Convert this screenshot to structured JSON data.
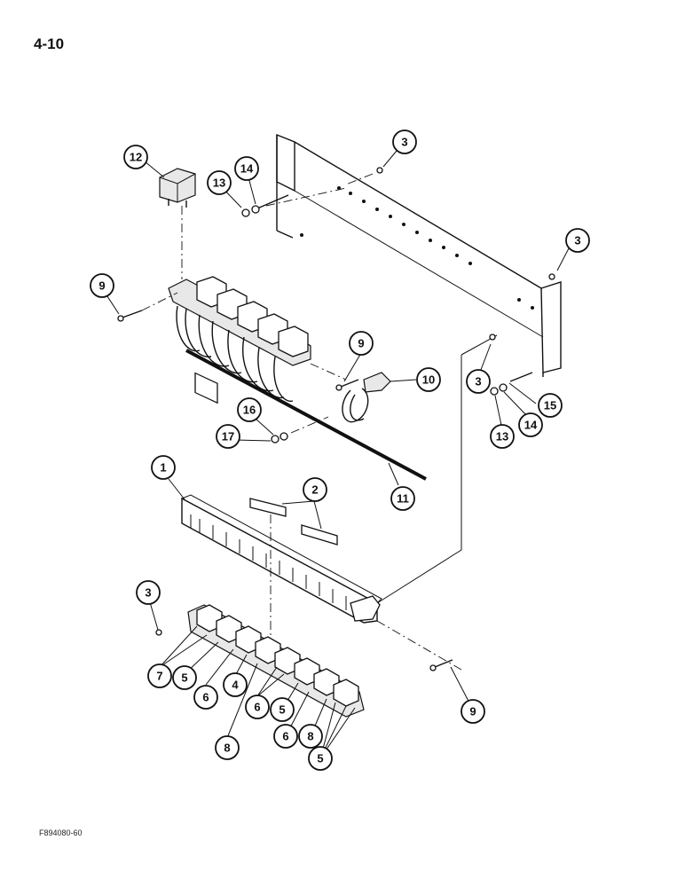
{
  "page": {
    "number": "4-10",
    "figure_code": "F894080-60"
  },
  "callouts": [
    {
      "id": "c12",
      "label": "12"
    },
    {
      "id": "c13a",
      "label": "13"
    },
    {
      "id": "c14a",
      "label": "14"
    },
    {
      "id": "c3a",
      "label": "3"
    },
    {
      "id": "c3b",
      "label": "3"
    },
    {
      "id": "c9a",
      "label": "9"
    },
    {
      "id": "c9b",
      "label": "9"
    },
    {
      "id": "c10",
      "label": "10"
    },
    {
      "id": "c3c",
      "label": "3"
    },
    {
      "id": "c15",
      "label": "15"
    },
    {
      "id": "c14b",
      "label": "14"
    },
    {
      "id": "c13b",
      "label": "13"
    },
    {
      "id": "c16",
      "label": "16"
    },
    {
      "id": "c17",
      "label": "17"
    },
    {
      "id": "c11",
      "label": "11"
    },
    {
      "id": "c1",
      "label": "1"
    },
    {
      "id": "c2",
      "label": "2"
    },
    {
      "id": "c3d",
      "label": "3"
    },
    {
      "id": "c7",
      "label": "7"
    },
    {
      "id": "c5a",
      "label": "5"
    },
    {
      "id": "c6a",
      "label": "6"
    },
    {
      "id": "c4",
      "label": "4"
    },
    {
      "id": "c8a",
      "label": "8"
    },
    {
      "id": "c6b",
      "label": "6"
    },
    {
      "id": "c5b",
      "label": "5"
    },
    {
      "id": "c6c",
      "label": "6"
    },
    {
      "id": "c8b",
      "label": "8"
    },
    {
      "id": "c5c",
      "label": "5"
    },
    {
      "id": "c9c",
      "label": "9"
    }
  ]
}
